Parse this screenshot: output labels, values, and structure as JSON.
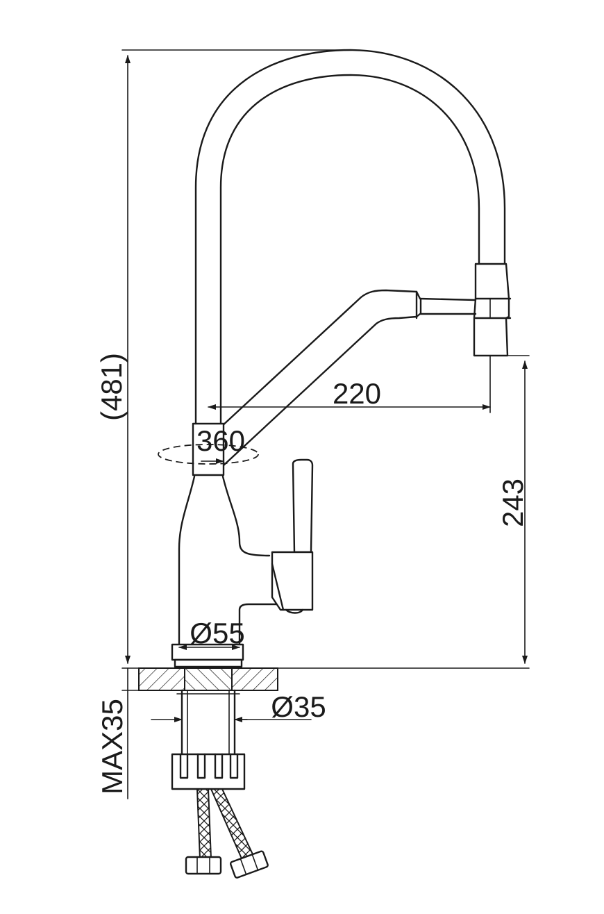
{
  "dimensions": {
    "height_total": "(481)",
    "spout_reach": "220",
    "swivel": "360",
    "outlet_height": "243",
    "base_diameter": "Ø55",
    "hole_diameter": "Ø35",
    "deck_max": "MAX35"
  }
}
